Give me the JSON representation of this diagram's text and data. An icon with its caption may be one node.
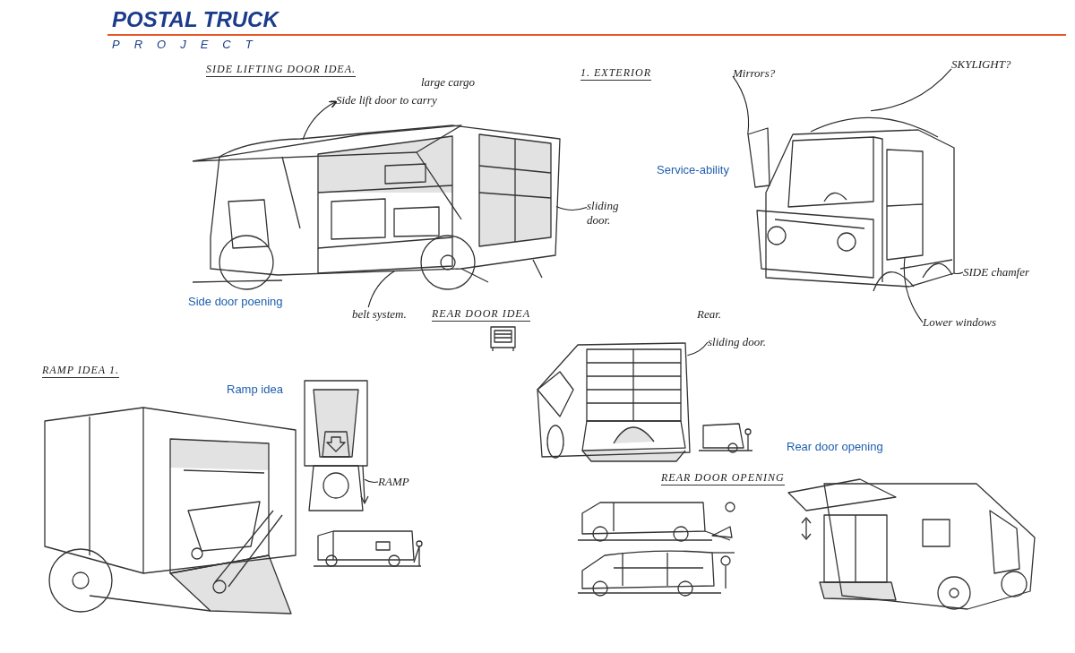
{
  "diagram": {
    "title": "POSTAL TRUCK",
    "nodes": [
      {
        "text": [],
        "shape": "picture"
      },
      {
        "text": [],
        "shape": "picture"
      },
      {
        "text": [],
        "shape": "picture"
      },
      {
        "text": [],
        "shape": "picture"
      },
      {
        "text": [],
        "shape": "picture"
      },
      {
        "text": [],
        "shape": "picture"
      },
      {
        "text": [
          "Side lift door to carry"
        ]
      },
      {
        "text": [
          "sliding door."
        ]
      },
      {
        "text": [
          "belt system."
        ]
      },
      {
        "text": [
          "Mirrors?"
        ]
      },
      {
        "text": [
          "SKYLIGHT?"
        ]
      },
      {
        "text": [
          "SIDE chamfer"
        ]
      },
      {
        "text": [
          "Lower windows"
        ]
      },
      {
        "text": [
          "sliding door."
        ]
      },
      {
        "text": [
          "RAMP"
        ]
      }
    ],
    "edges": [
      {
        "from": 0,
        "to": 6,
        "arrow": "to"
      },
      {
        "from": 7,
        "to": 0,
        "arrow": "none"
      },
      {
        "from": 8,
        "to": 0,
        "arrow": "none"
      },
      {
        "from": 9,
        "to": 1,
        "arrow": "none"
      },
      {
        "from": 10,
        "to": 1,
        "arrow": "none"
      },
      {
        "from": 11,
        "to": 1,
        "arrow": "none"
      },
      {
        "from": 12,
        "to": 1,
        "arrow": "none"
      },
      {
        "from": 13,
        "to": 4,
        "arrow": "none"
      },
      {
        "from": 14,
        "to": 3,
        "arrow": "none"
      }
    ],
    "labels": [
      "PROJECT",
      "SIDE LIFTING DOOR IDEA.",
      "large cargo",
      "1. EXTERIOR",
      "Service-ability",
      "Side door poening",
      "REAR DOOR IDEA",
      "Rear.",
      "RAMP IDEA 1.",
      "Ramp idea",
      "REAR DOOR OPENING",
      "Rear door opening"
    ]
  }
}
